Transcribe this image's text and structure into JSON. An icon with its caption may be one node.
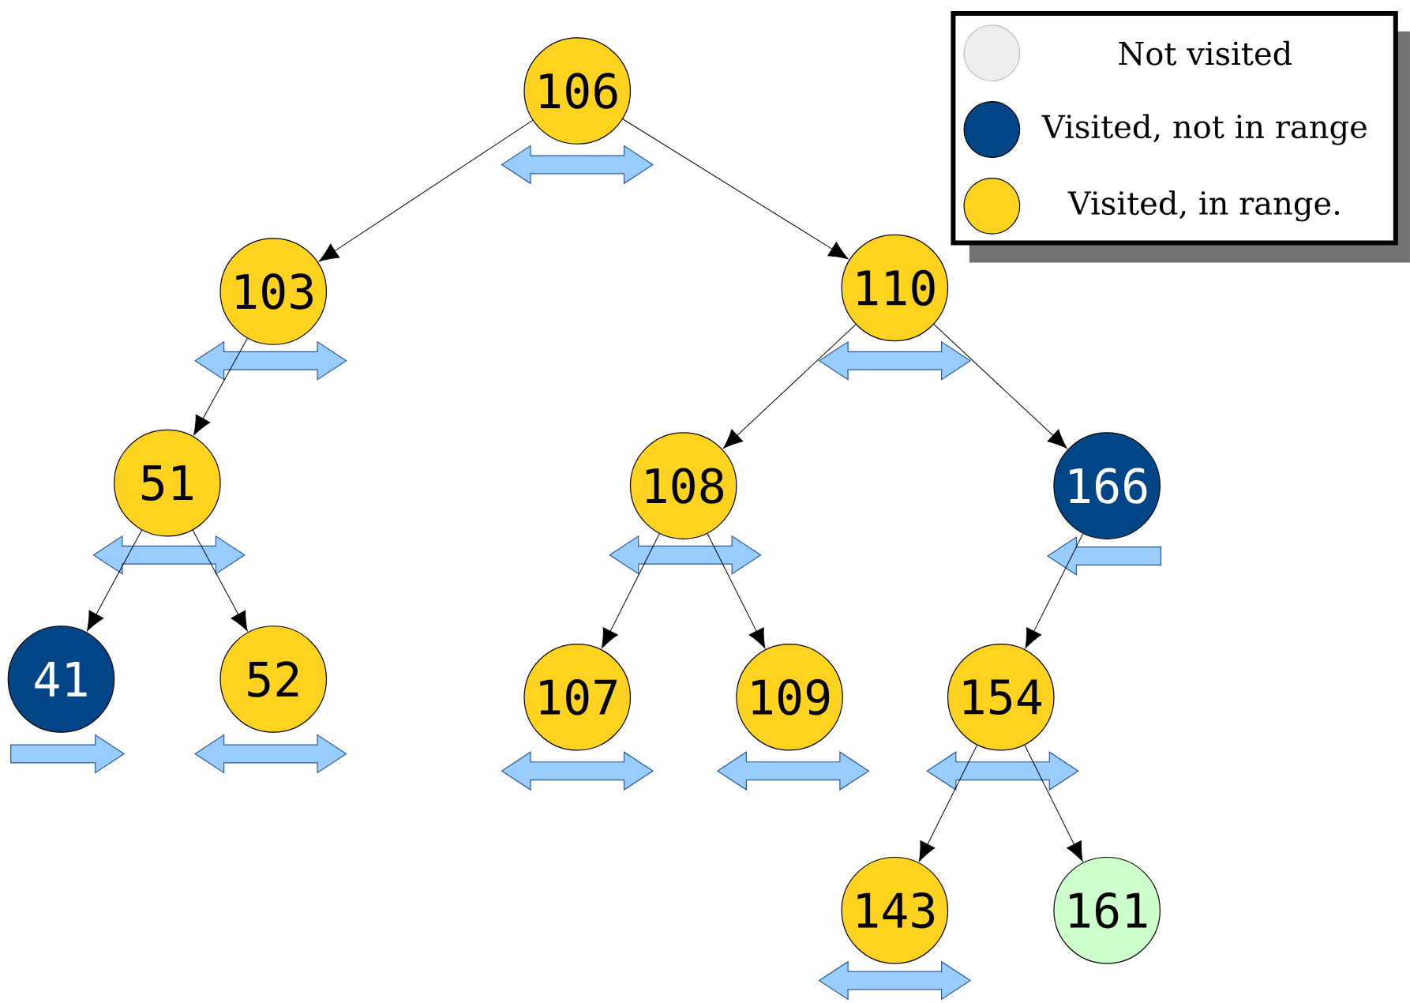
{
  "diagram": {
    "nodes": [
      {
        "text": [
          "106"
        ]
      },
      {
        "text": [
          "103"
        ]
      },
      {
        "text": [
          "110"
        ]
      },
      {
        "text": [
          "51"
        ]
      },
      {
        "text": [
          "108"
        ]
      },
      {
        "text": [
          "166"
        ]
      },
      {
        "text": [
          "41"
        ]
      },
      {
        "text": [
          "52"
        ]
      },
      {
        "text": [
          "107"
        ]
      },
      {
        "text": [
          "109"
        ]
      },
      {
        "text": [
          "154"
        ]
      },
      {
        "text": [
          "143"
        ]
      },
      {
        "text": [
          "161"
        ]
      }
    ],
    "edges": [
      {
        "from": 0,
        "to": 1,
        "arrow": "to"
      },
      {
        "from": 0,
        "to": 2,
        "arrow": "to"
      },
      {
        "from": 1,
        "to": 3,
        "arrow": "to"
      },
      {
        "from": 2,
        "to": 4,
        "arrow": "to"
      },
      {
        "from": 2,
        "to": 5,
        "arrow": "to"
      },
      {
        "from": 3,
        "to": 6,
        "arrow": "to"
      },
      {
        "from": 3,
        "to": 7,
        "arrow": "to"
      },
      {
        "from": 4,
        "to": 8,
        "arrow": "to"
      },
      {
        "from": 4,
        "to": 9,
        "arrow": "to"
      },
      {
        "from": 5,
        "to": 10,
        "arrow": "to"
      },
      {
        "from": 10,
        "to": 11,
        "arrow": "to"
      },
      {
        "from": 10,
        "to": 12,
        "arrow": "to"
      }
    ],
    "legend": [
      {
        "text": "Not visited",
        "color": "#eeeeee"
      },
      {
        "text": "Visited, not in range",
        "color": "#004586"
      },
      {
        "text": "Visited, in range.",
        "color": "#ffd320"
      }
    ]
  }
}
